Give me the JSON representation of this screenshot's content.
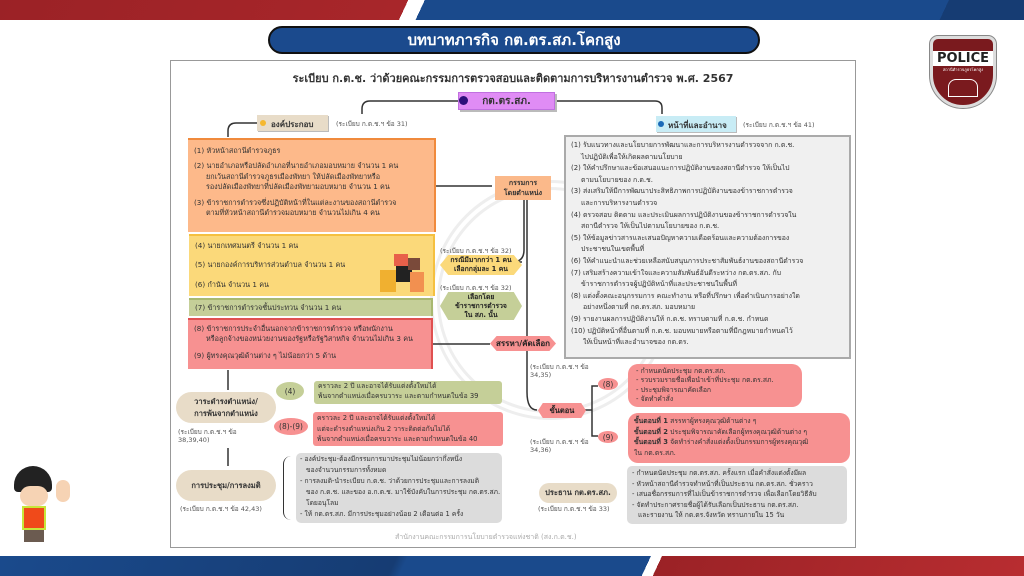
{
  "header": {
    "title": "บทบาทภารกิจ กต.ตร.สภ.โคกสูง"
  },
  "logo": {
    "text": "POLICE",
    "subtext": "สถานีตำรวจภูธรโคกสูง"
  },
  "diagram": {
    "title": "ระเบียบ ก.ต.ช. ว่าด้วยคณะกรรมการตรวจสอบและติดตามการบริหารงานตำรวจ พ.ศ. 2567",
    "root": "กต.ตร.สภ.",
    "composition": {
      "label": "องค์ประกอบ",
      "ref": "(ระเบียบ ก.ต.ช.ฯ ข้อ 31)",
      "orange": [
        "(1) หัวหน้าสถานีตำรวจภูธร",
        "(2) นายอำเภอหรือปลัดอำเภอที่นายอำเภอมอบหมาย จำนวน 1 คน",
        "ยกเว้นสถานีตำรวจภูธรเมืองพัทยา ให้ปลัดเมืองพัทยาหรือ",
        "รองปลัดเมืองพัทยาที่ปลัดเมืองพัทยามอบหมาย จำนวน 1 คน",
        "(3) ข้าราชการตำรวจซึ่งปฏิบัติหน้าที่ในแต่ละงานของสถานีตำรวจ",
        "ตามที่หัวหน้าสถานีตำรวจมอบหมาย จำนวนไม่เกิน 4 คน"
      ],
      "yellow": [
        "(4) นายกเทศมนตรี จำนวน 1 คน",
        "(5) นายกองค์การบริหารส่วนตำบล จำนวน 1 คน",
        "(6) กำนัน จำนวน 1 คน"
      ],
      "green": "(7) ข้าราชการตำรวจชั้นประทวน จำนวน 1 คน",
      "pink": [
        "(8) ข้าราชการประจำอื่นนอกจากข้าราชการตำรวจ หรือพนักงาน",
        "หรือลูกจ้างของหน่วยงานของรัฐหรือรัฐวิสาหกิจ จำนวนไม่เกิน 3 คน",
        "(9) ผู้ทรงคุณวุฒิด้านต่าง ๆ ไม่น้อยกว่า 5 ด้าน"
      ]
    },
    "ex_officio": [
      "กรรมการ",
      "โดยตำแหน่ง"
    ],
    "hex1": {
      "ref": "(ระเบียบ ก.ต.ช.ฯ ข้อ 32)",
      "lines": [
        "กรณีมีมากกว่า 1 คน",
        "เลือกกลุ่มละ 1 คน"
      ]
    },
    "hex2": {
      "ref": "(ระเบียบ ก.ต.ช.ฯ ข้อ 32)",
      "lines": [
        "เลือกโดย",
        "ข้าราชการตำรวจ",
        "ใน สภ. นั้น"
      ]
    },
    "recruit": "สรรหา/คัดเลือก",
    "duties": {
      "label": "หน้าที่และอำนาจ",
      "ref": "(ระเบียบ ก.ต.ช.ฯ ข้อ 41)",
      "lines": [
        "(1) รับแนวทางและนโยบายการพัฒนาและการบริหารงานตำรวจจาก ก.ต.ช.",
        "ไปปฏิบัติเพื่อให้เกิดผลตามนโยบาย",
        "(2) ให้คำปรึกษาและข้อเสนอแนะการปฏิบัติงานของสถานีตำรวจ ให้เป็นไป",
        "ตามนโยบายของ ก.ต.ช.",
        "(3) ส่งเสริมให้มีการพัฒนาประสิทธิภาพการปฏิบัติงานของข้าราชการตำรวจ",
        "และการบริหารงานตำรวจ",
        "(4) ตรวจสอบ ติดตาม และประเมินผลการปฏิบัติงานของข้าราชการตำรวจใน",
        "สถานีตำรวจ ให้เป็นไปตามนโยบายของ ก.ต.ช.",
        "(5) ให้ข้อมูลข่าวสารและเสนอปัญหาความเดือดร้อนและความต้องการของ",
        "ประชาชนในเขตพื้นที่",
        "(6) ให้คำแนะนำและช่วยเหลือสนับสนุนการประชาสัมพันธ์งานของสถานีตำรวจ",
        "(7) เสริมสร้างความเข้าใจและความสัมพันธ์อันดีระหว่าง กต.ตร.สภ. กับ",
        "ข้าราชการตำรวจผู้ปฏิบัติหน้าที่และประชาชนในพื้นที่",
        "(8) แต่งตั้งคณะอนุกรรมการ คณะทำงาน หรือที่ปรึกษา เพื่อดำเนินการอย่างใด",
        "อย่างหนึ่งตามที่ กต.ตร.สภ. มอบหมาย",
        "(9) รายงานผลการปฏิบัติงานให้ ก.ต.ช. ทราบตามที่ ก.ต.ช. กำหนด",
        "(10) ปฏิบัติหน้าที่อื่นตามที่ ก.ต.ช. มอบหมายหรือตามที่มีกฎหมายกำหนดไว้",
        "ให้เป็นหน้าที่และอำนาจของ กต.ตร."
      ]
    },
    "steps": {
      "label": "ขั้นตอน",
      "p8": {
        "tag": "(8)",
        "ref": "(ระเบียบ ก.ต.ช.ฯ ข้อ 34,35)",
        "items": [
          "- กำหนดนัดประชุม กต.ตร.สภ.",
          "- รวบรวมรายชื่อเพื่อนำเข้าที่ประชุม กต.ตร.สภ.",
          "- ประชุมพิจารณาคัดเลือก",
          "- จัดทำคำสั่ง"
        ]
      },
      "p9": {
        "tag": "(9)",
        "ref": "(ระเบียบ ก.ต.ช.ฯ ข้อ 34,36)",
        "items": [
          {
            "b": "ขั้นตอนที่ 1",
            "t": " สรรหาผู้ทรงคุณวุฒิด้านต่าง ๆ"
          },
          {
            "b": "ขั้นตอนที่ 2",
            "t": " ประชุมพิจารณาคัดเลือกผู้ทรงคุณวุฒิด้านต่าง ๆ"
          },
          {
            "b": "ขั้นตอนที่ 3",
            "t": " จัดทำร่างคำสั่งแต่งตั้งเป็นกรรมการผู้ทรงคุณวุฒิ"
          },
          {
            "b": "",
            "t": "ใน กต.ตร.สภ."
          }
        ]
      }
    },
    "chair": {
      "label": "ประธาน กต.ตร.สภ.",
      "ref": "(ระเบียบ ก.ต.ช.ฯ ข้อ 33)",
      "items": [
        "- กำหนดนัดประชุม กต.ตร.สภ. ครั้งแรก เมื่อคำสั่งแต่งตั้งมีผล",
        "- หัวหน้าสถานีตำรวจทำหน้าที่เป็นประธาน กต.ตร.สภ. ชั่วคราว",
        "- เสนอชื่อกรรมการที่ไม่เป็นข้าราชการตำรวจ เพื่อเลือกโดยวิธีลับ",
        "- จัดทำประกาศรายชื่อผู้ได้รับเลือกเป็นประธาน กต.ตร.สภ.",
        "  และรายงาน ให้ กต.ตร.จังหวัด ทราบภายใน 15 วัน"
      ]
    },
    "term": {
      "label": [
        "วาระดำรงตำแหน่ง/",
        "การพ้นจากตำแหน่ง"
      ],
      "ref": "(ระเบียบ ก.ต.ช.ฯ ข้อ 38,39,40)",
      "g4": {
        "tag": "(4)",
        "lines": [
          "คราวละ 2 ปี และอาจได้รับแต่งตั้งใหม่ได้",
          "พ้นจากตำแหน่งเมื่อครบวาระ และตามกำหนดในข้อ 39"
        ]
      },
      "g89": {
        "tag": "(8)-(9)",
        "lines": [
          "คราวละ 2 ปี และอาจได้รับแต่งตั้งใหม่ได้",
          "แต่จะดำรงตำแหน่งเกิน 2 วาระติดต่อกันไม่ได้",
          "พ้นจากตำแหน่งเมื่อครบวาระ และตามกำหนดในข้อ 40"
        ]
      }
    },
    "meeting": {
      "label": "การประชุม/การลงมติ",
      "ref": "(ระเบียบ ก.ต.ช.ฯ ข้อ 42,43)",
      "items": [
        "- องค์ประชุม-ต้องมีกรรมการมาประชุมไม่น้อยกว่ากึ่งหนึ่ง",
        "  ของจำนวนกรรมการทั้งหมด",
        "- การลงมติ-นำระเบียบ ก.ต.ช. ว่าด้วยการประชุมและการลงมติ",
        "  ของ ก.ต.ช. และของ อ.ก.ต.ช. มาใช้บังคับในการประชุม กต.ตร.สภ.",
        "  โดยอนุโลม",
        "- ให้ กต.ตร.สภ. มีการประชุมอย่างน้อย 2 เดือนต่อ 1 ครั้ง"
      ]
    },
    "footer": "สำนักงานคณะกรรมการนโยบายตำรวจแห่งชาติ (สง.ก.ต.ช.)"
  },
  "colors": {
    "blue": "#1a4a8c",
    "red": "#a8262a",
    "orange": "#fdb98a",
    "yellow": "#fbd97a",
    "green": "#c5cf98",
    "pink": "#f79191",
    "purple": "#e08cf5",
    "beige": "#e8dcc8",
    "gray": "#dcdcdc"
  }
}
